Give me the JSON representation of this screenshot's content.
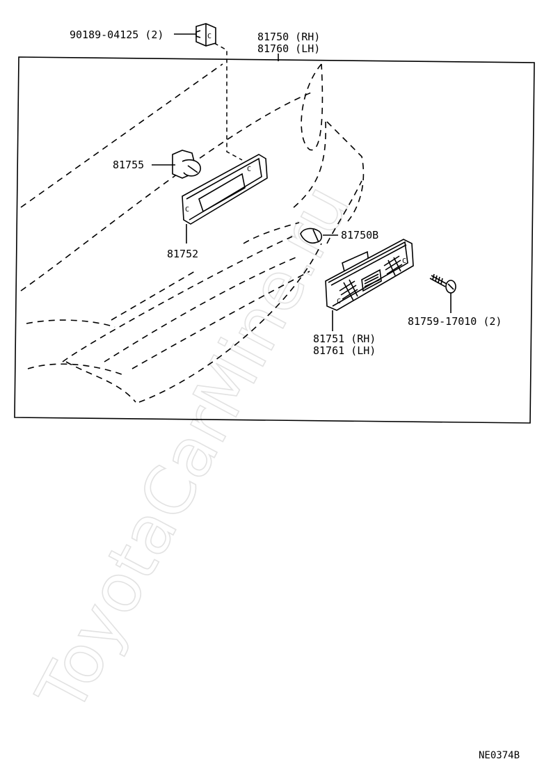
{
  "watermark": "ToyotaCarMine.ru",
  "labels": {
    "bolt_clip": "90189-04125 (2)",
    "assembly_rh": "81750 (RH)",
    "assembly_lh": "81760 (LH)",
    "socket": "81755",
    "gasket": "81752",
    "bulb": "81750B",
    "lens_rh": "81751 (RH)",
    "lens_lh": "81761 (LH)",
    "screw": "81759-17010 (2)"
  },
  "diagram_code": "NE0374B"
}
